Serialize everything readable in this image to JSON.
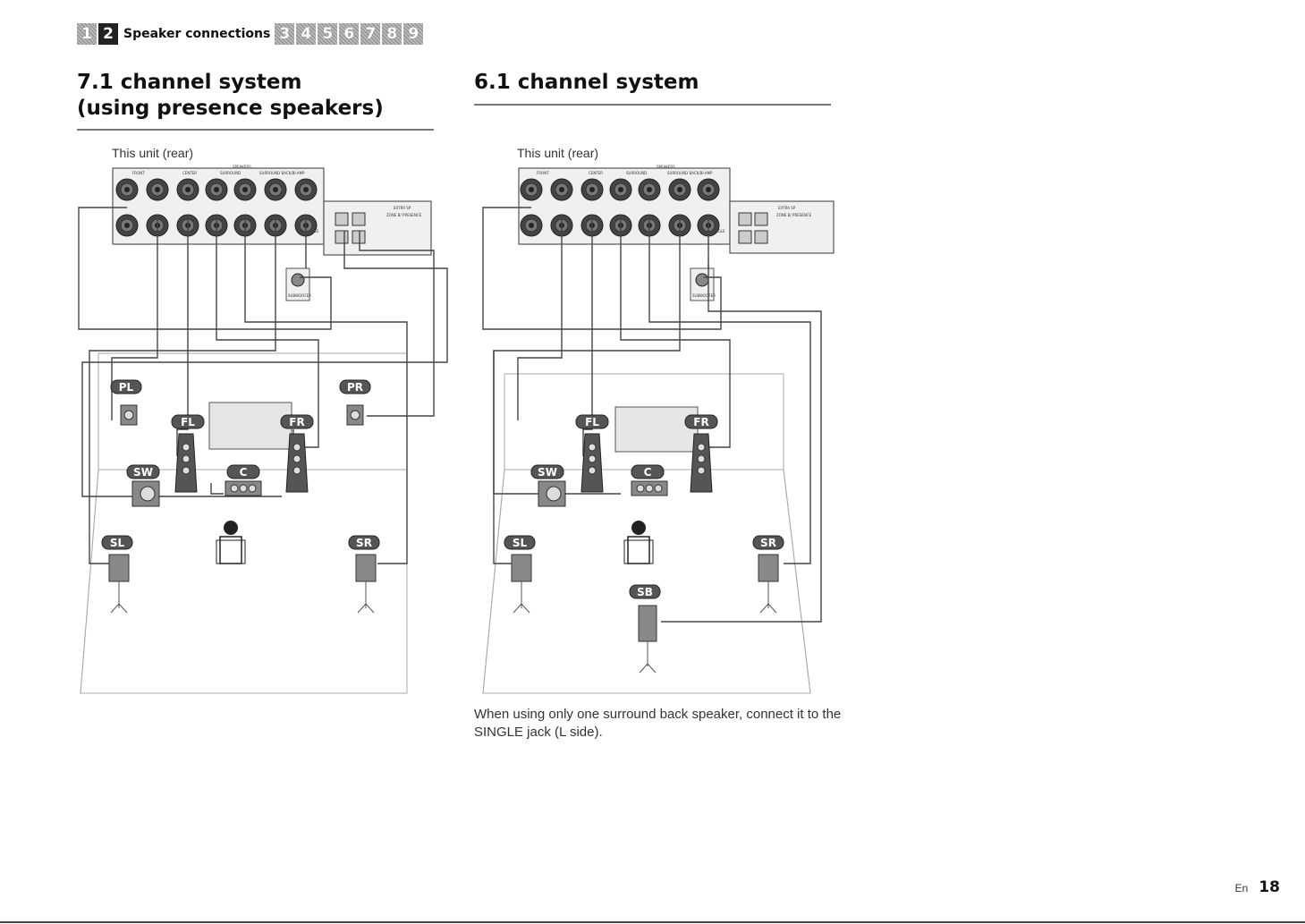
{
  "header": {
    "tabs_before": [
      "1",
      "2"
    ],
    "active_index": 1,
    "section_title": "Speaker connections",
    "tabs_after": [
      "3",
      "4",
      "5",
      "6",
      "7",
      "8",
      "9"
    ]
  },
  "left": {
    "heading_line1": "7.1 channel system",
    "heading_line2": "(using presence speakers)",
    "unit_label": "This unit (rear)",
    "badges": {
      "PL": "PL",
      "PR": "PR",
      "FL": "FL",
      "FR": "FR",
      "SW": "SW",
      "C": "C",
      "SL": "SL",
      "SR": "SR"
    }
  },
  "right": {
    "heading": "6.1 channel system",
    "unit_label": "This unit (rear)",
    "badges": {
      "FL": "FL",
      "FR": "FR",
      "SW": "SW",
      "C": "C",
      "SL": "SL",
      "SR": "SR",
      "SB": "SB"
    },
    "caption": "When using only one surround back speaker, connect it to the SINGLE jack (L side)."
  },
  "panel_labels": {
    "speakers": "SPEAKERS",
    "front": "FRONT",
    "center": "CENTER",
    "surround": "SURROUND",
    "surround_back": "SURROUND BACK/BI-AMP",
    "extra_sp": "EXTRA SP",
    "zone_presence": "ZONE B/ PRESENCE",
    "single": "SINGLE",
    "subwoofer": "SUBWOOFER"
  },
  "footer": {
    "lang": "En",
    "page": "18"
  }
}
